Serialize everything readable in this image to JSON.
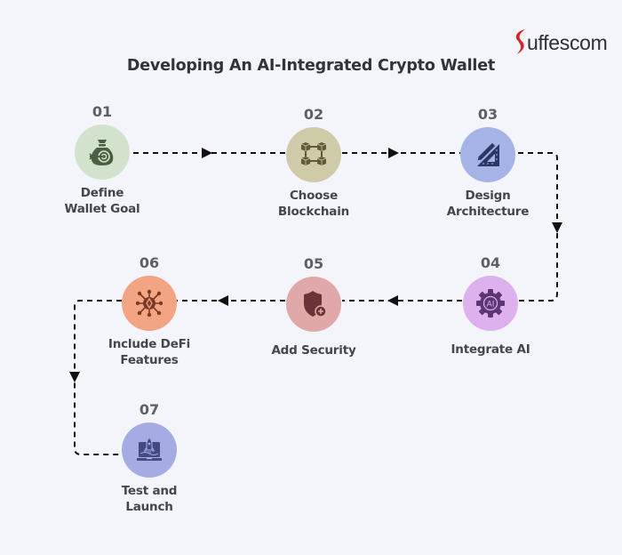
{
  "brand": {
    "name": "uffescom",
    "initial_color": "#d8232a"
  },
  "title": "Developing An AI-Integrated Crypto Wallet",
  "steps": [
    {
      "number": "01",
      "label_line1": "Define",
      "label_line2": "Wallet Goal",
      "icon": "money-bag-target-icon",
      "circle_color": "#d3e2cd",
      "icon_color": "#4a5e42"
    },
    {
      "number": "02",
      "label_line1": "Choose",
      "label_line2": "Blockchain",
      "icon": "blockchain-cubes-icon",
      "circle_color": "#cfcba9",
      "icon_color": "#5e5a36"
    },
    {
      "number": "03",
      "label_line1": "Design",
      "label_line2": "Architecture",
      "icon": "pencil-ruler-icon",
      "circle_color": "#a6b3e6",
      "icon_color": "#2d3766"
    },
    {
      "number": "04",
      "label_line1": "Integrate AI",
      "label_line2": "",
      "icon": "ai-gear-icon",
      "circle_color": "#ddb1ee",
      "icon_color": "#5d3574"
    },
    {
      "number": "05",
      "label_line1": "Add Security",
      "label_line2": "",
      "icon": "shield-plus-icon",
      "circle_color": "#e0a8a8",
      "icon_color": "#6b3337"
    },
    {
      "number": "06",
      "label_line1": "Include DeFi",
      "label_line2": "Features",
      "icon": "defi-network-icon",
      "circle_color": "#f3a482",
      "icon_color": "#7a3a25"
    },
    {
      "number": "07",
      "label_line1": "Test and",
      "label_line2": "Launch",
      "icon": "laptop-rocket-icon",
      "circle_color": "#a7abe3",
      "icon_color": "#434a86"
    }
  ],
  "connector_color": "#111111"
}
